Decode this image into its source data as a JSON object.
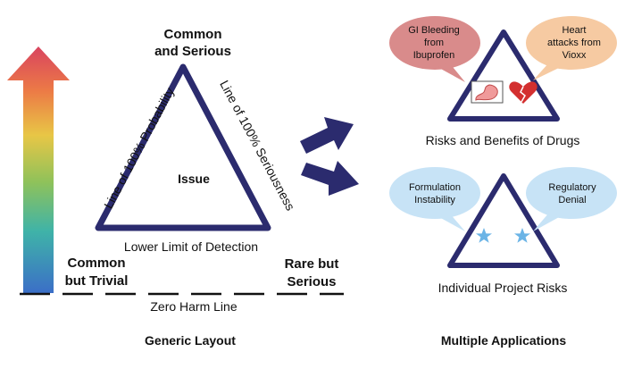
{
  "generic": {
    "top_label_line1": "Common",
    "top_label_line2": "and Serious",
    "left_side_label": "Line of 100% Probability",
    "right_side_label": "Line of 100% Seriousness",
    "center_label": "Issue",
    "bottom_side_label": "Lower Limit of Detection",
    "bottom_left_line1": "Common",
    "bottom_left_line2": "but Trivial",
    "bottom_right_line1": "Rare but",
    "bottom_right_line2": "Serious",
    "zero_harm_label": "Zero Harm Line",
    "section_title": "Generic Layout"
  },
  "applications": {
    "section_title": "Multiple Applications",
    "drugs": {
      "caption": "Risks and Benefits of Drugs",
      "left_bubble": [
        "GI Bleeding",
        "from",
        "Ibuprofen"
      ],
      "right_bubble": [
        "Heart",
        "attacks from",
        "Vioxx"
      ],
      "left_bubble_color": "#d98b8b",
      "right_bubble_color": "#f6caa2"
    },
    "project": {
      "caption": "Individual Project Risks",
      "left_bubble": [
        "Formulation",
        "Instability"
      ],
      "right_bubble": [
        "Regulatory",
        "Denial"
      ],
      "bubble_color": "#c7e3f6",
      "star_color": "#6bb4e6"
    }
  },
  "colors": {
    "triangle_stroke": "#2b2b6e",
    "arrow_fill": "#2b2b6e"
  }
}
